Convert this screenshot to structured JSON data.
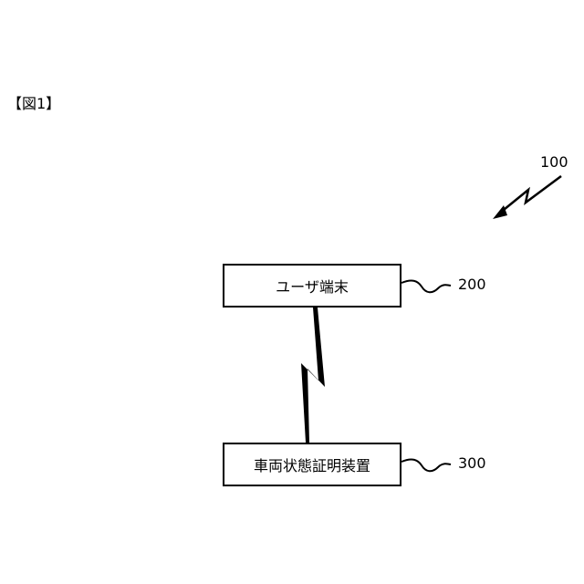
{
  "figure": {
    "label": "【図1】"
  },
  "system": {
    "ref": "100"
  },
  "nodes": [
    {
      "label": "ユーザ端末",
      "ref": "200"
    },
    {
      "label": "車両状態証明装置",
      "ref": "300"
    }
  ],
  "links": [
    {
      "from": "ユーザ端末",
      "to": "車両状態証明装置",
      "type": "wireless"
    }
  ]
}
